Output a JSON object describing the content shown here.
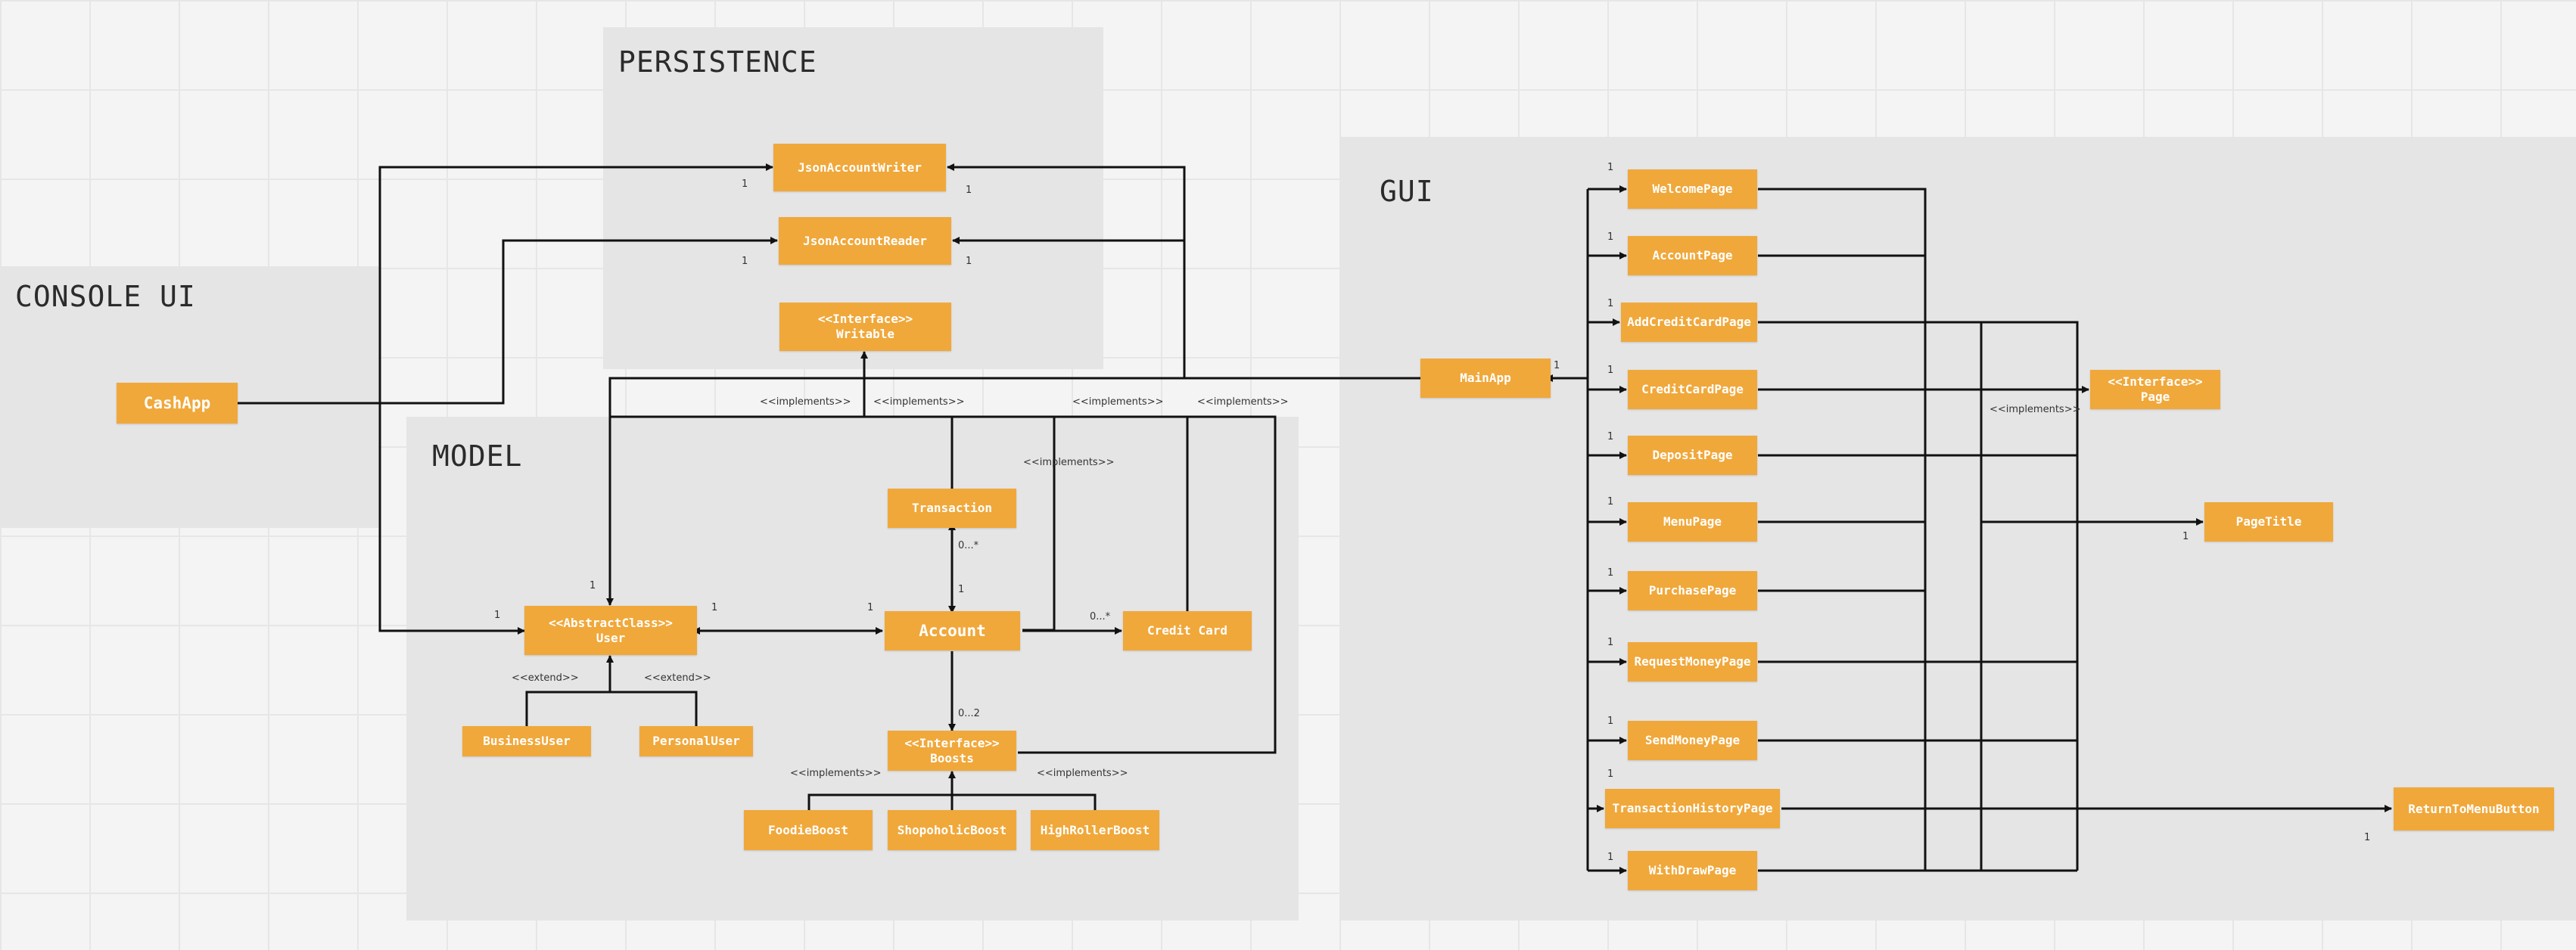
{
  "packages": {
    "persistence": "PERSISTENCE",
    "console": "CONSOLE UI",
    "model": "MODEL",
    "gui": "GUI"
  },
  "classes": {
    "json_writer": "JsonAccountWriter",
    "json_reader": "JsonAccountReader",
    "writable": [
      "<<Interface>>",
      "Writable"
    ],
    "cashapp": "CashApp",
    "transaction": "Transaction",
    "user": [
      "<<AbstractClass>>",
      "User"
    ],
    "account": "Account",
    "credit_card": "Credit Card",
    "business_user": "BusinessUser",
    "personal_user": "PersonalUser",
    "boosts": [
      "<<Interface>>",
      "Boosts"
    ],
    "foodie_boost": "FoodieBoost",
    "shopoholic_boost": "ShopoholicBoost",
    "highroller_boost": "HighRollerBoost",
    "mainapp": "MainApp",
    "page_interface": [
      "<<Interface>>",
      "Page"
    ],
    "page_title": "PageTitle",
    "return_button": "ReturnToMenuButton",
    "pages": [
      "WelcomePage",
      "AccountPage",
      "AddCreditCardPage",
      "CreditCardPage",
      "DepositPage",
      "MenuPage",
      "PurchasePage",
      "RequestMoneyPage",
      "SendMoneyPage",
      "TransactionHistoryPage",
      "WithDrawPage"
    ]
  },
  "labels": {
    "implements": "<<implements>>",
    "extend": "<<extend>>",
    "one": "1",
    "zero_many": "0...*",
    "zero_two": "0...2"
  },
  "colors": {
    "class_box": "#f0a83b",
    "package_bg": "#e5e5e5",
    "canvas_bg": "#f4f4f4",
    "line": "#111111"
  }
}
